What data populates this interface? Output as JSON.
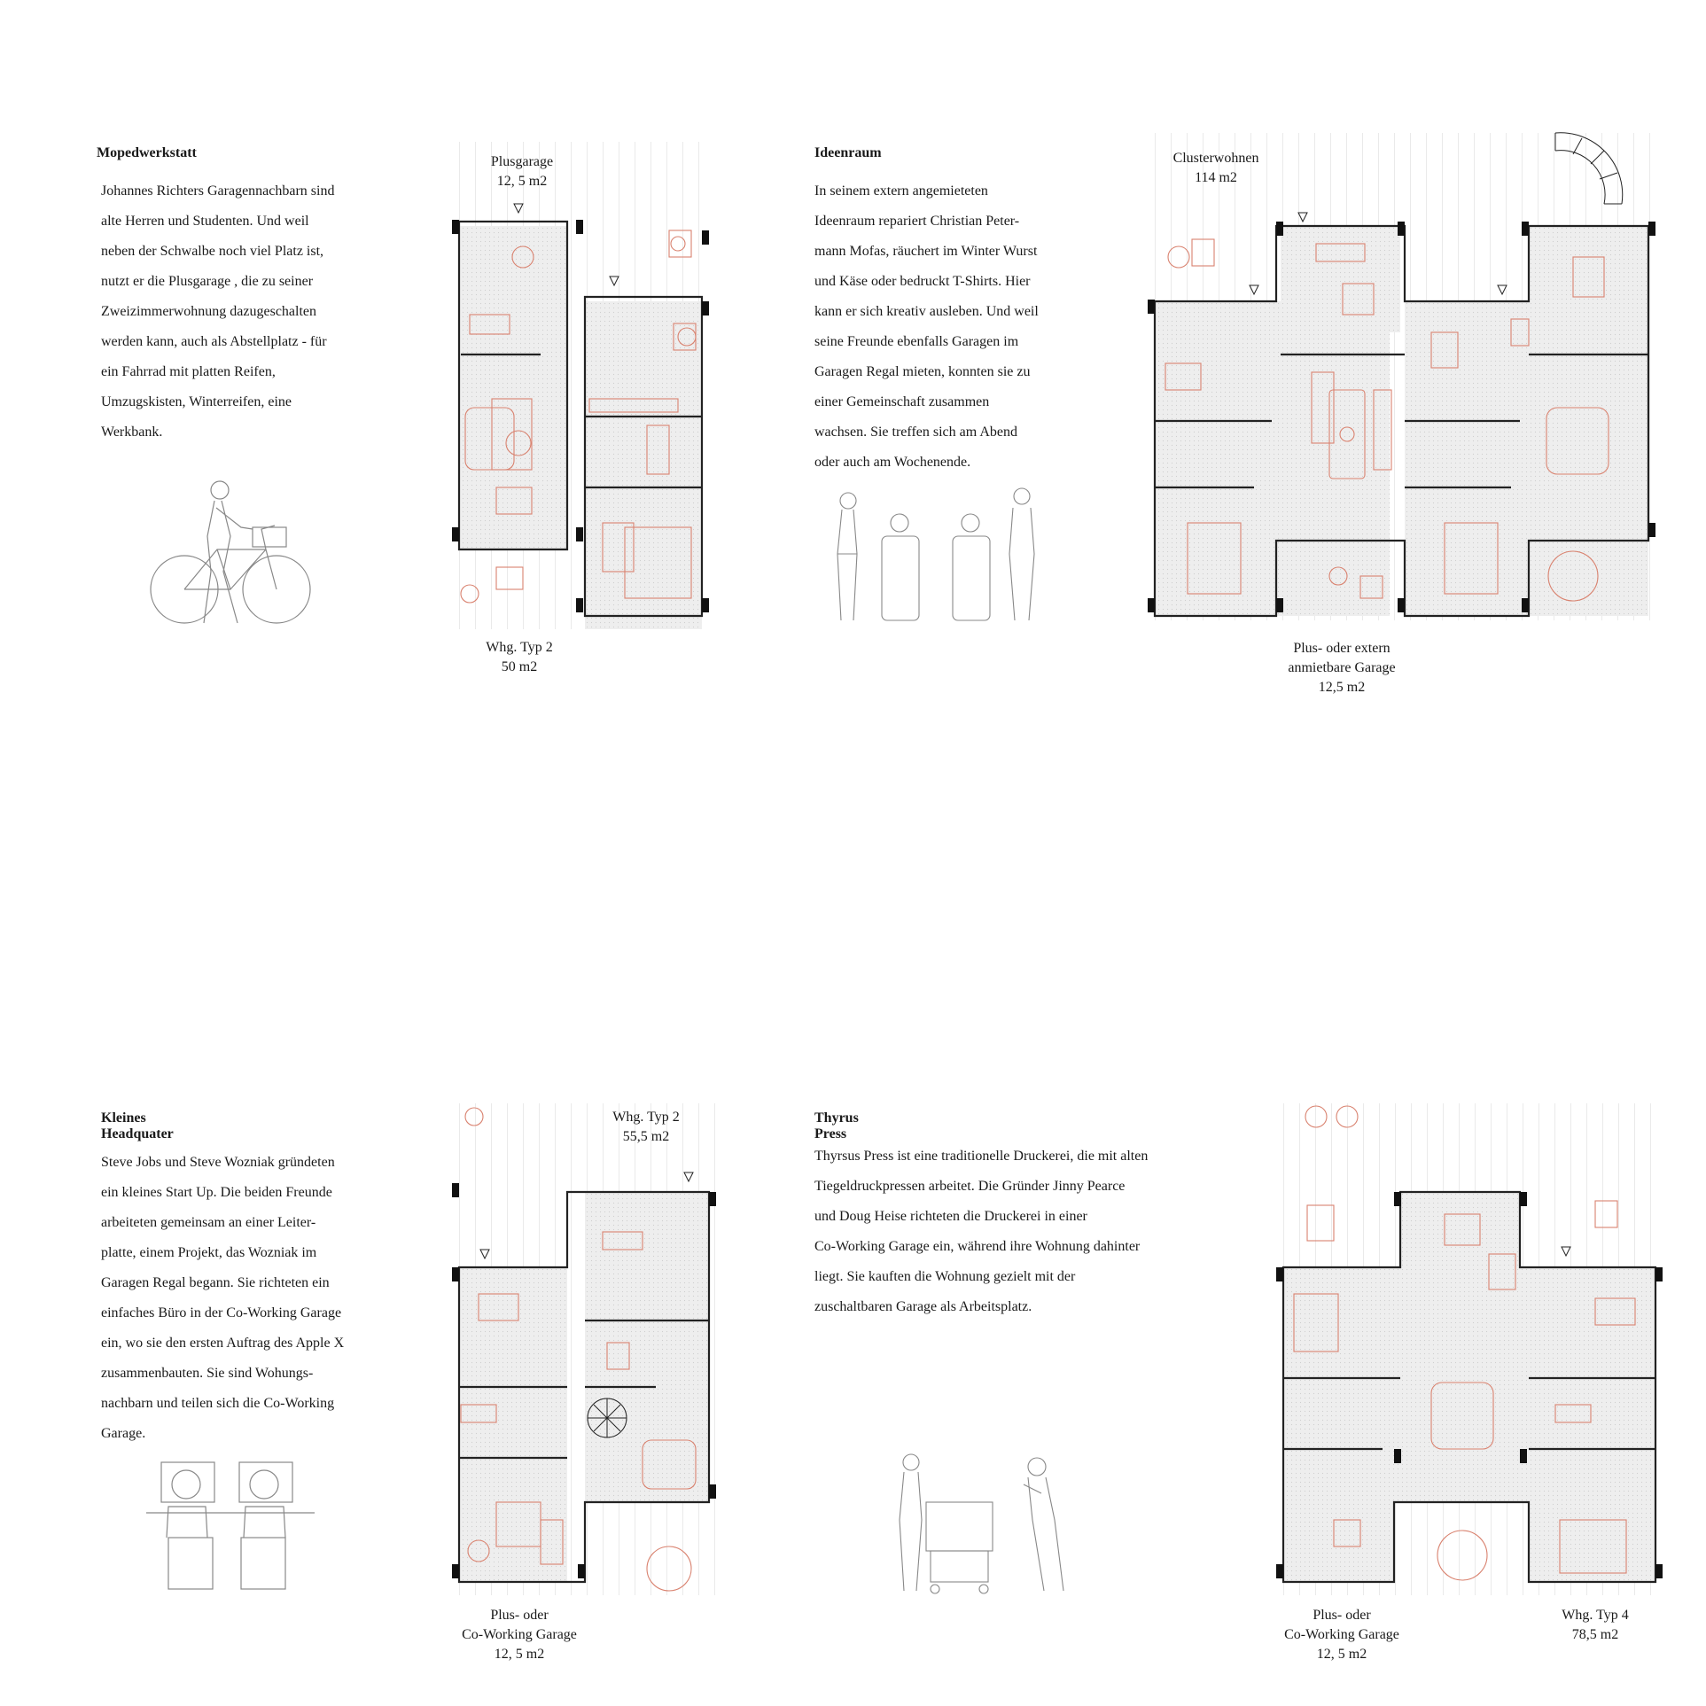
{
  "sections": [
    {
      "id": "mopedwerkstatt",
      "title": "Mopedwerkstatt",
      "lines": [
        "Johannes Richters Garagennachbarn sind",
        "alte Herren und Studenten. Und weil",
        "neben der Schwalbe noch viel Platz ist,",
        "nutzt er die Plusgarage , die zu seiner",
        "Zweizimmerwohnung dazugeschalten",
        "werden kann, auch als Abstellplatz - für",
        "ein Fahrrad mit platten Reifen,",
        "Umzugskisten, Winterreifen, eine",
        "Werkbank."
      ],
      "labels": [
        {
          "lines": [
            "Plusgarage",
            "12, 5 m2"
          ]
        },
        {
          "lines": [
            "Whg. Typ 2",
            "50  m2"
          ]
        }
      ]
    },
    {
      "id": "ideenraum",
      "title": "Ideenraum",
      "lines": [
        "In seinem extern angemieteten",
        "Ideenraum repariert Christian Peter-",
        "mann Mofas, räuchert im Winter Wurst",
        "und Käse oder bedruckt T-Shirts. Hier",
        "kann er sich kreativ ausleben. Und weil",
        "seine Freunde ebenfalls Garagen im",
        "Garagen Regal mieten, konnten sie zu",
        "einer Gemeinschaft zusammen",
        "wachsen. Sie treffen sich am Abend",
        "oder auch am Wochenende."
      ],
      "labels": [
        {
          "lines": [
            "Clusterwohnen",
            "114 m2"
          ]
        },
        {
          "lines": [
            "Plus- oder extern",
            "anmietbare Garage",
            "12,5 m2"
          ]
        }
      ]
    },
    {
      "id": "headquater",
      "title": "Kleines Headquater",
      "lines": [
        "Steve Jobs und Steve Wozniak gründeten",
        "ein kleines Start Up. Die beiden Freunde",
        "arbeiteten gemeinsam an einer Leiter-",
        "platte, einem Projekt, das Wozniak im",
        "Garagen Regal begann. Sie richteten ein",
        "einfaches Büro in der Co-Working Garage",
        "ein, wo sie den ersten Auftrag des Apple X",
        "zusammenbauten. Sie sind Wohungs-",
        "nachbarn und teilen sich die Co-Working",
        "Garage."
      ],
      "labels": [
        {
          "lines": [
            "Whg. Typ 2",
            "55,5 m2"
          ]
        },
        {
          "lines": [
            "Plus- oder",
            "Co-Working Garage",
            "12, 5 m2"
          ]
        }
      ]
    },
    {
      "id": "thyrus",
      "title": "Thyrus Press",
      "lines": [
        "Thyrsus Press ist eine traditionelle Druckerei, die mit alten",
        "Tiegeldruckpressen arbeitet. Die Gründer Jinny Pearce",
        "und Doug Heise richteten die Druckerei in einer",
        "Co-Working Garage ein, während ihre Wohnung dahinter",
        "liegt. Sie kauften die Wohnung gezielt mit der",
        "zuschaltbaren Garage als Arbeitsplatz."
      ],
      "labels": [
        {
          "lines": [
            "Plus- oder",
            "Co-Working Garage",
            "12, 5 m2"
          ]
        },
        {
          "lines": [
            "Whg. Typ 4",
            "78,5 m2"
          ]
        }
      ]
    }
  ],
  "colors": {
    "text": "#1a1a1a",
    "line": "#444444",
    "accent": "#d9826f",
    "floor": "#ececec",
    "wall": "#111111"
  }
}
